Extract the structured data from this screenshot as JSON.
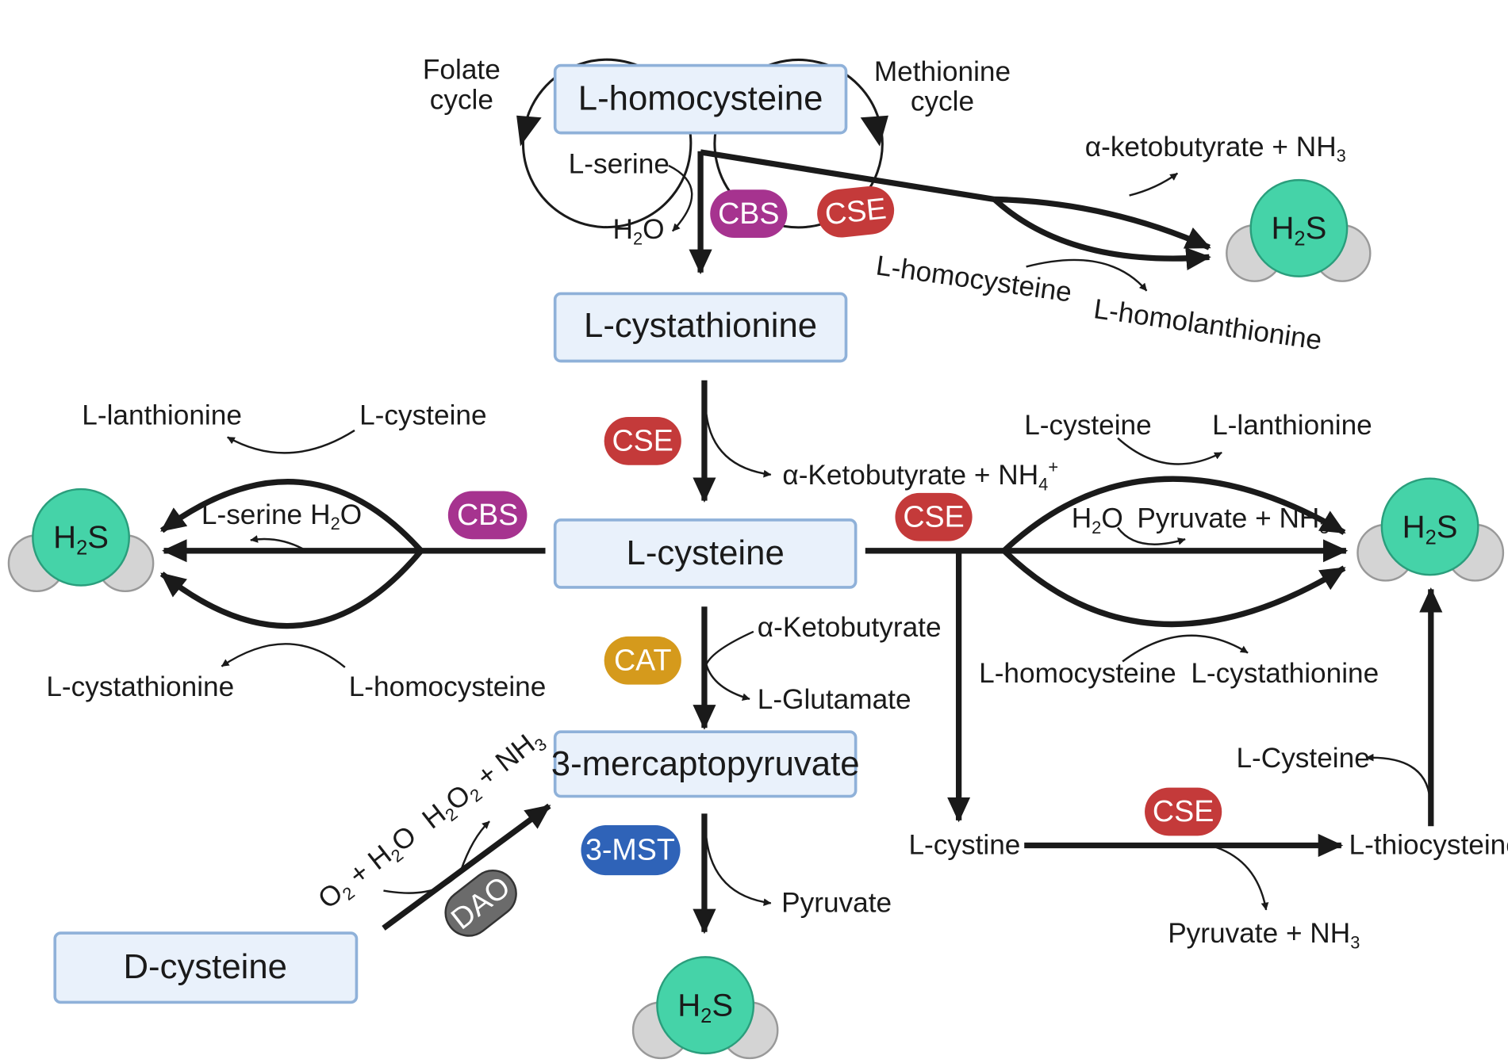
{
  "boxes": {
    "homocysteine": "L-homocysteine",
    "cystathionine": "L-cystathionine",
    "cysteine": "L-cysteine",
    "mercaptopyruvate": "3-mercaptopyruvate",
    "d_cysteine": "D-cysteine"
  },
  "cycles": {
    "folate": [
      "Folate",
      "cycle"
    ],
    "methionine": [
      "Methionine",
      "cycle"
    ]
  },
  "enzymes": {
    "cbs": "CBS",
    "cse": "CSE",
    "cat": "CAT",
    "mst": "3-MST",
    "dao": "DAO"
  },
  "enzyme_colors": {
    "cbs": "#a6338f",
    "cse": "#c43a3a",
    "cat": "#d59a1c",
    "mst": "#2f63b8",
    "dao": "#6b6b6b"
  },
  "molecule": {
    "symbol": "H",
    "subscript": "2",
    "suffix": "S",
    "center_color": "#45d3a8",
    "atom_color": "#d4d4d4"
  },
  "labels": {
    "l_serine_top": "L-serine",
    "alpha_ketobutyrate_nh3": "α-ketobutyrate + NH",
    "l_homocysteine_cse": "L-homocysteine",
    "l_homolanthionine": "L-homolanthionine",
    "alpha_ketobutyrate_nh4": "α-Ketobutyrate + NH",
    "left_l_lanthionine": "L-lanthionine",
    "left_l_cysteine": "L-cysteine",
    "left_l_serine": "L-serine",
    "left_l_cystathionine": "L-cystathionine",
    "left_l_homocysteine": "L-homocysteine",
    "right_l_cysteine": "L-cysteine",
    "right_l_lanthionine": "L-lanthionine",
    "right_pyruvate_nh3": "Pyruvate + NH",
    "right_l_homocysteine": "L-homocysteine",
    "right_l_cystathionine": "L-cystathionine",
    "alpha_ketobutyrate": "α-Ketobutyrate",
    "l_glutamate": "L-Glutamate",
    "l_cystine": "L-cystine",
    "l_thiocysteine": "L-thiocysteine",
    "l_cysteine_cap": "L-Cysteine",
    "bottom_pyruvate_nh3": "Pyruvate + NH",
    "pyruvate": "Pyruvate",
    "o2_h2o_a": "O",
    "o2_h2o_b": "2",
    "o2_h2o_c": " + H",
    "o2_h2o_d": "2",
    "o2_h2o_e": "O",
    "h2o2_nh3_a": "H",
    "h2o2_nh3_b": "2",
    "h2o2_nh3_c": "O",
    "h2o2_nh3_d": "2",
    "h2o2_nh3_e": " + NH",
    "h2o2_nh3_f": "3"
  },
  "water": {
    "h": "H",
    "two": "2",
    "o": "O"
  },
  "subscripts": {
    "three": "3",
    "four": "4",
    "plus": "+"
  }
}
